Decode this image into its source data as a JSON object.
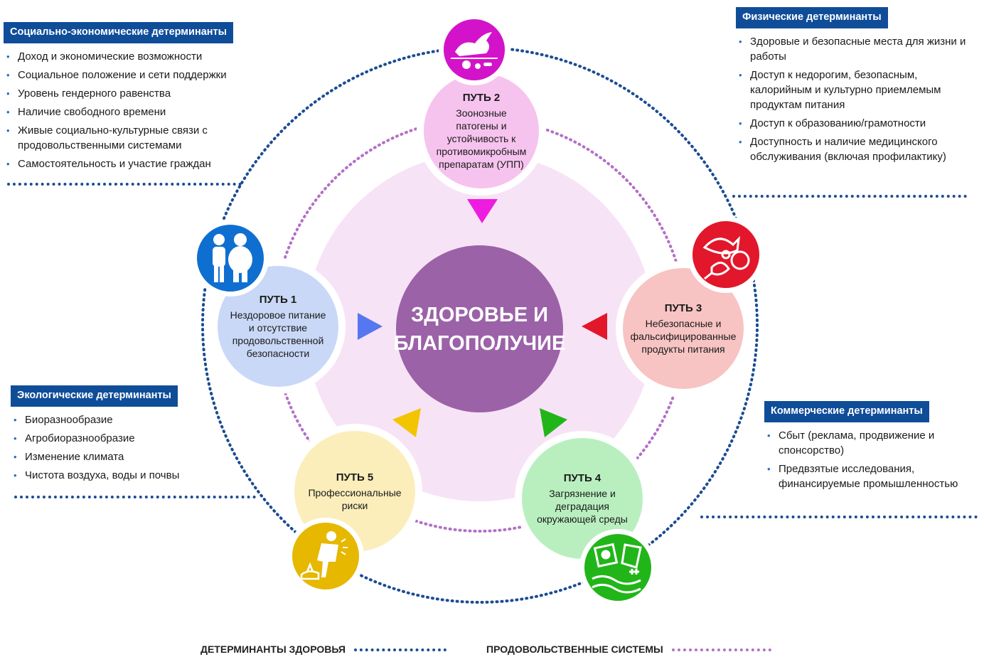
{
  "center": {
    "line1": "ЗДОРОВЬЕ И",
    "line2": "БЛАГОПОЛУЧИЕ"
  },
  "pathways": [
    {
      "title": "ПУТЬ 1",
      "desc": "Нездоровое питание и отсутствие продовольственной безопасности",
      "color": "#c9d8f7",
      "icon": "children-body-size-icon",
      "icon_color": "#0f6fd1"
    },
    {
      "title": "ПУТЬ 2",
      "desc": "Зоонозные патогены и устойчивость к противомикробным препаратам (УПП)",
      "color": "#f6c3ee",
      "icon": "animals-pathogens-icon",
      "icon_color": "#d313c9"
    },
    {
      "title": "ПУТЬ 3",
      "desc": "Небезопасные и фальсифицированные продукты питания",
      "color": "#f7c3c3",
      "icon": "contaminated-food-icon",
      "icon_color": "#e2172b"
    },
    {
      "title": "ПУТЬ 4",
      "desc": "Загрязнение и деградация окружающей среды",
      "color": "#b9efbf",
      "icon": "pollution-icon",
      "icon_color": "#22b519"
    },
    {
      "title": "ПУТЬ 5",
      "desc": "Профессиональные риски",
      "color": "#fbeebb",
      "icon": "worker-injury-icon",
      "icon_color": "#e6b800"
    }
  ],
  "panels": {
    "socio": {
      "heading": "Социально-экономические детерминанты",
      "items": [
        "Доход и экономические возможности",
        "Социальное положение и сети поддержки",
        "Уровень гендерного равенства",
        "Наличие свободного времени",
        "Живые социально-культурные связи с продовольственными системами",
        "Самостоятельность и участие граждан"
      ]
    },
    "physical": {
      "heading": "Физические детерминанты",
      "items": [
        "Здоровые и безопасные места для жизни и работы",
        "Доступ к недорогим, безопасным, калорийным и культурно приемлемым продуктам питания",
        "Доступ к образованию/грамотности",
        "Доступность и наличие медицинского обслуживания (включая профилактику)"
      ]
    },
    "ecological": {
      "heading": "Экологические детерминанты",
      "items": [
        "Биоразнообразие",
        "Агробиоразнообразие",
        "Изменение климата",
        "Чистота воздуха, воды и почвы"
      ]
    },
    "commercial": {
      "heading": "Коммерческие детерминанты",
      "items": [
        "Сбыт (реклама, продвижение и спонсорство)",
        "Предвзятые исследования, финансируемые промышленностью"
      ]
    }
  },
  "legend": {
    "health": "ДЕТЕРМИНАНТЫ ЗДОРОВЬЯ",
    "food": "ПРОДОВОЛЬСТВЕННЫЕ СИСТЕМЫ",
    "health_color": "#1b4c92",
    "food_color": "#b36fc6"
  },
  "colors": {
    "center": "#9b62a8",
    "inner_disc": "#f7e3f6",
    "accent_blue": "#0f4d99"
  }
}
